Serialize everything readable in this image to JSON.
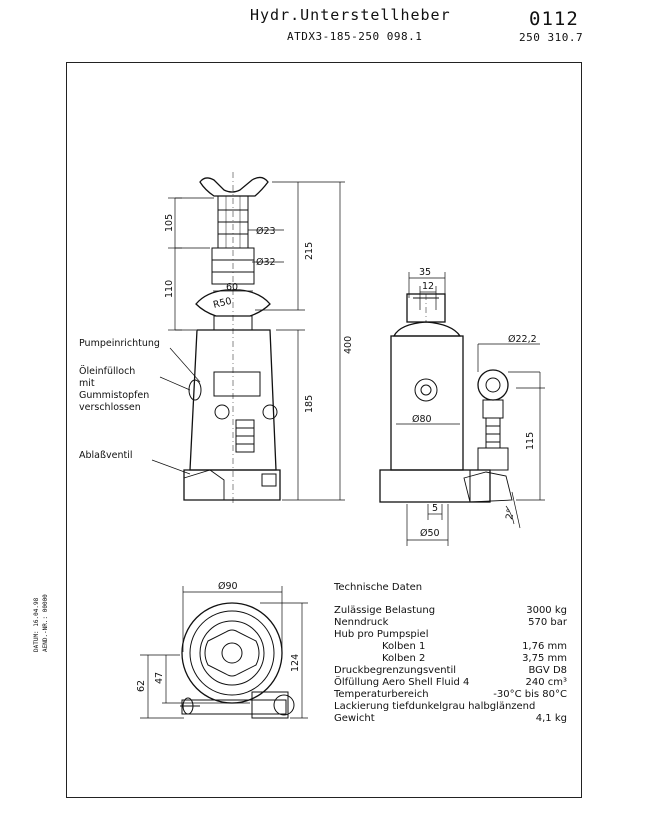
{
  "header": {
    "title": "Hydr.Unterstellheber",
    "code": "ATDX3-185-250 098.1",
    "number": "0112",
    "sub_number": "250 310.7"
  },
  "side_text": {
    "line1": "DATUM: 16.04.98",
    "line2": "AEND.-NR.: 00000"
  },
  "callouts": {
    "pump_direction": "Pumpeinrichtung",
    "oil_fill_1": "Öleinfülloch",
    "oil_fill_2": "mit",
    "oil_fill_3": "Gummistopfen",
    "oil_fill_4": "verschlossen",
    "drain_valve": "Ablaßventil"
  },
  "dimensions": {
    "d105": "105",
    "d110": "110",
    "d215": "215",
    "d400": "400",
    "d185": "185",
    "phi23": "Ø23",
    "phi32": "Ø32",
    "d60": "60",
    "r50": "R50",
    "d35": "35",
    "d12": "12",
    "phi22_2": "Ø22,2",
    "phi80": "Ø80",
    "d115": "115",
    "d5": "5",
    "phi50": "Ø50",
    "angle2": "2°",
    "phi90": "Ø90",
    "d62": "62",
    "d47": "47",
    "d124": "124"
  },
  "tech": {
    "heading": "Technische Daten",
    "rows": [
      {
        "label": "Zulässige Belastung",
        "value": "3000 kg"
      },
      {
        "label": "Nenndruck",
        "value": "570 bar"
      },
      {
        "label": "Hub pro Pumpspiel",
        "value": ""
      },
      {
        "label": "Kolben 1",
        "value": "1,76 mm"
      },
      {
        "label": "Kolben 2",
        "value": "3,75 mm"
      },
      {
        "label": "Druckbegrenzungsventil",
        "value": "BGV D8"
      },
      {
        "label": "Ölfüllung Aero Shell Fluid 4",
        "value": "240 cm³"
      },
      {
        "label": "Temperaturbereich",
        "value": "-30°C bis 80°C"
      },
      {
        "label": "Lackierung  tiefdunkelgrau halbglänzend",
        "value": ""
      },
      {
        "label": "Gewicht",
        "value": "4,1 kg"
      }
    ]
  }
}
